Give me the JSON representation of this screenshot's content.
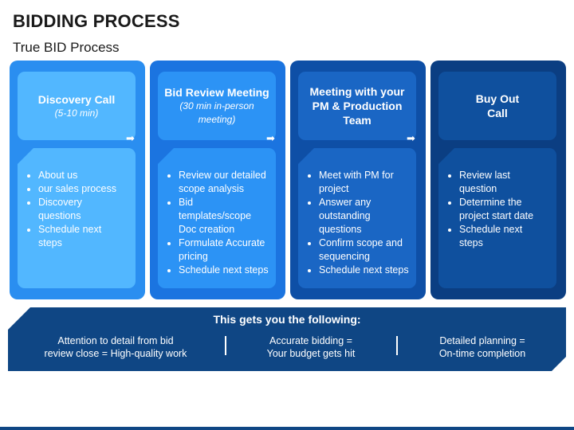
{
  "title": "BIDDING PROCESS",
  "subtitle": "True BID Process",
  "steps": [
    {
      "heading_lines": [
        "Discovery Call"
      ],
      "sub_lines": [
        "(5-10 min)"
      ],
      "bullets": [
        [
          "About us"
        ],
        [
          "our sales process"
        ],
        [
          "Discovery",
          "questions"
        ],
        [
          "Schedule next",
          "steps"
        ]
      ]
    },
    {
      "heading_lines": [
        "Bid Review Meeting"
      ],
      "sub_lines": [
        "(30 min in-person",
        "meeting)"
      ],
      "bullets": [
        [
          "Review our detailed",
          "scope analysis"
        ],
        [
          "Bid",
          "templates/scope",
          "Doc creation"
        ],
        [
          "Formulate Accurate",
          "pricing"
        ],
        [
          "Schedule next steps"
        ]
      ]
    },
    {
      "heading_lines": [
        "Meeting with your",
        "PM & Production",
        "Team"
      ],
      "sub_lines": [],
      "bullets": [
        [
          "Meet with PM for",
          "project"
        ],
        [
          "Answer any",
          "outstanding",
          "questions"
        ],
        [
          "Confirm scope and",
          "sequencing"
        ],
        [
          "Schedule next steps"
        ]
      ]
    },
    {
      "heading_lines": [
        "Buy Out",
        "Call"
      ],
      "sub_lines": [],
      "bullets": [
        [
          "Review last",
          "question"
        ],
        [
          "Determine the",
          "project start date"
        ],
        [
          "Schedule next",
          "steps"
        ]
      ]
    }
  ],
  "arrow_glyph": "➡",
  "banner": {
    "heading": "This gets you the following:",
    "items": [
      [
        "Attention to detail from bid",
        "review close = High-quality work"
      ],
      [
        "Accurate bidding =",
        "Your budget gets hit"
      ],
      [
        "Detailed planning =",
        "On-time completion"
      ]
    ]
  },
  "colors": {
    "step1": "#52b7ff",
    "step2": "#2c93f5",
    "step3": "#1a66c4",
    "step4": "#0f509e",
    "banner": "#0f4684"
  }
}
